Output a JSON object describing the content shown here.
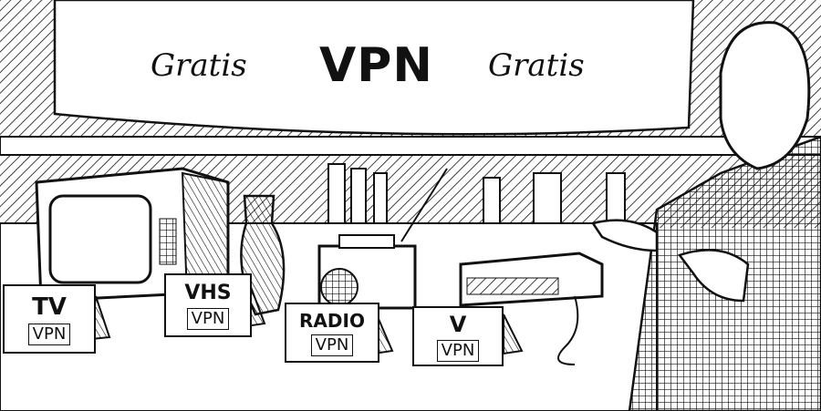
{
  "banner": {
    "left_text": "Gratis",
    "center_text": "VPN",
    "right_text": "Gratis"
  },
  "signs": [
    {
      "original_label": "TV",
      "sticker": "VPN"
    },
    {
      "original_label": "VHS",
      "sticker": "VPN"
    },
    {
      "original_label": "RADIO",
      "sticker": "VPN"
    },
    {
      "original_label": "V",
      "sticker": "VPN"
    }
  ],
  "colors": {
    "ink": "#111111",
    "paper": "#ffffff"
  }
}
